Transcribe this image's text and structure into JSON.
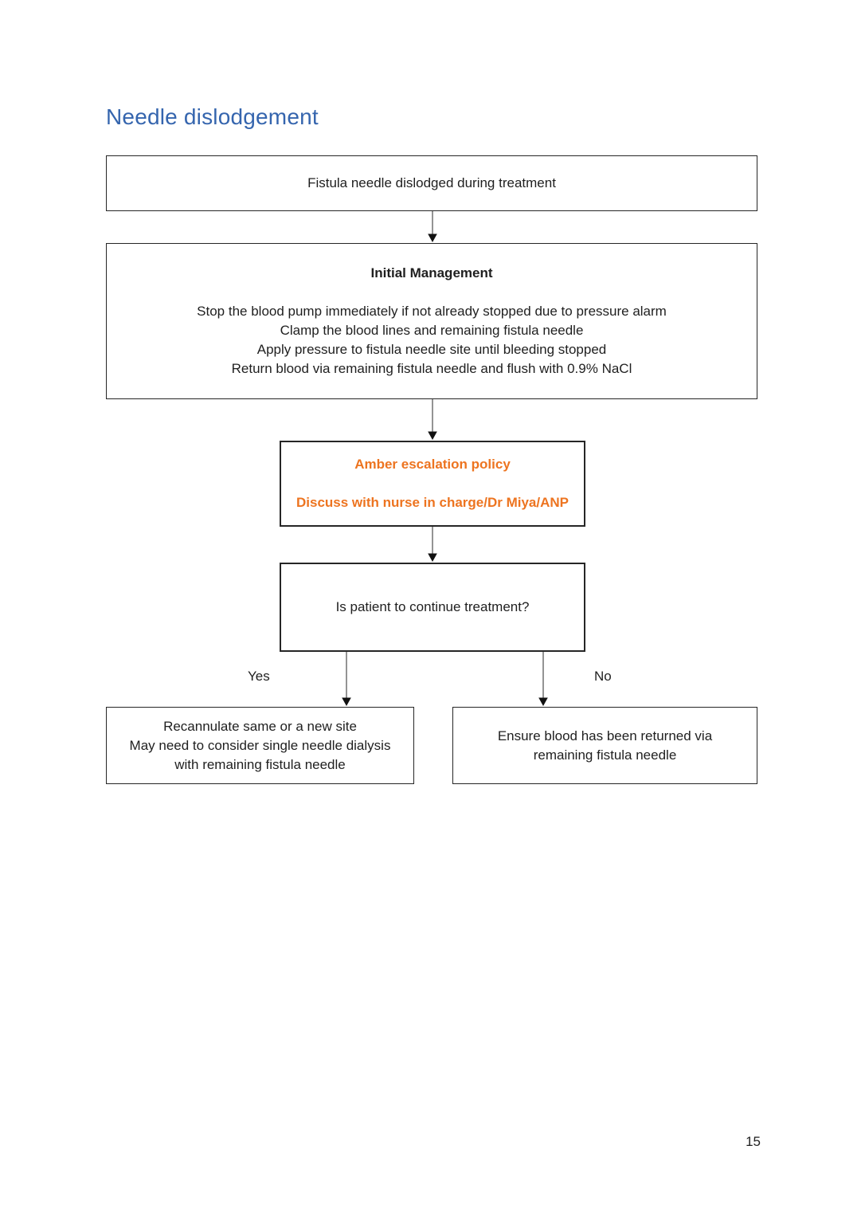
{
  "page": {
    "title": "Needle dislodgement",
    "page_number": "15",
    "title_color": "#3565ae"
  },
  "flowchart": {
    "colors": {
      "escalation_text": "#ed7420",
      "node_border": "#262626",
      "body_text": "#1f1f1f",
      "connector": "#4d4d4d"
    },
    "nodes": {
      "start": {
        "text": "Fistula needle dislodged during treatment"
      },
      "initial_management": {
        "heading": "Initial Management",
        "lines": [
          "Stop the blood pump immediately if not already stopped due to pressure alarm",
          "Clamp the blood lines and remaining fistula needle",
          "Apply pressure to fistula needle site until bleeding stopped",
          "Return blood via remaining fistula needle and flush with 0.9% NaCl"
        ]
      },
      "amber_escalation": {
        "lines": [
          "Amber escalation policy",
          "Discuss with nurse in charge/Dr Miya/ANP"
        ]
      },
      "decision": {
        "text": "Is patient to continue treatment?"
      },
      "yes_outcome": {
        "lines": [
          "Recannulate same or a new site",
          "May need to consider single needle dialysis",
          "with remaining fistula needle"
        ]
      },
      "no_outcome": {
        "lines": [
          "Ensure blood has been returned via",
          "remaining fistula needle"
        ]
      }
    },
    "branch_labels": {
      "yes": "Yes",
      "no": "No"
    }
  }
}
